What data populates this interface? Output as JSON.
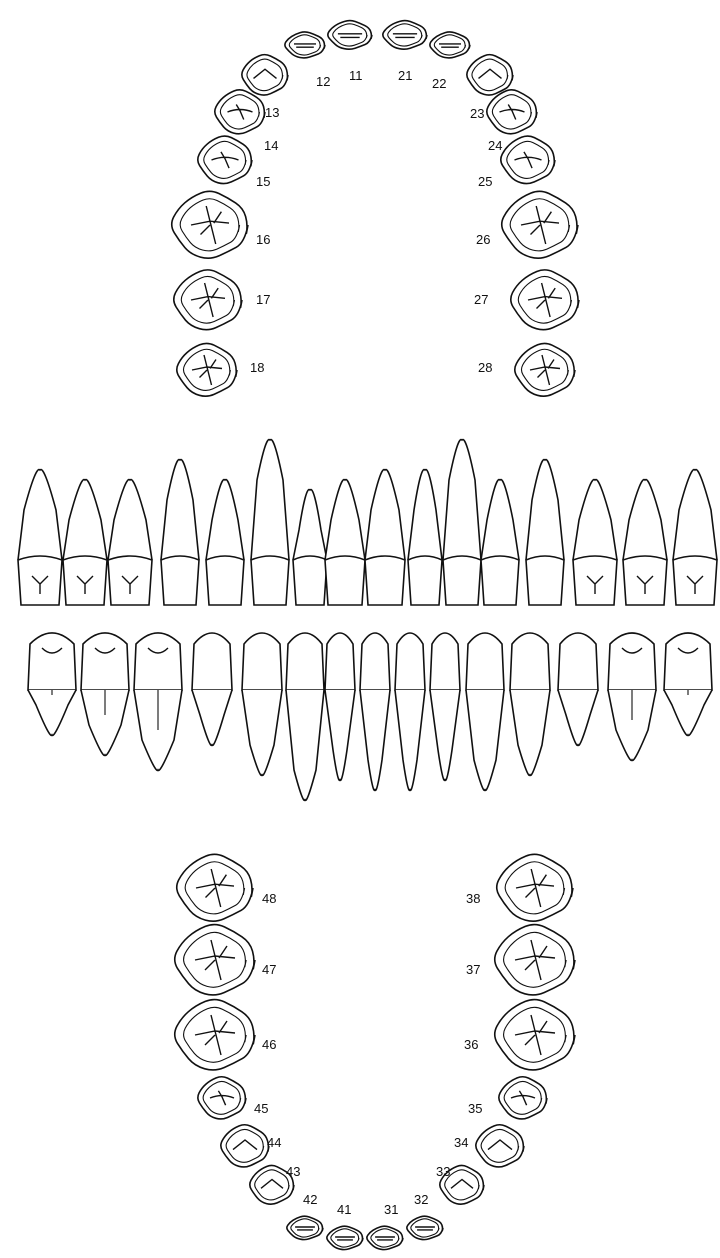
{
  "upper_labels": [
    "18",
    "17",
    "16",
    "15",
    "14",
    "13",
    "12",
    "11",
    "21",
    "22",
    "23",
    "24",
    "25",
    "26",
    "27",
    "28"
  ],
  "lower_labels": [
    "48",
    "47",
    "46",
    "45",
    "44",
    "43",
    "42",
    "41",
    "31",
    "32",
    "33",
    "34",
    "35",
    "36",
    "37",
    "38"
  ],
  "colors": {
    "line": "#111111",
    "background": "#ffffff"
  }
}
